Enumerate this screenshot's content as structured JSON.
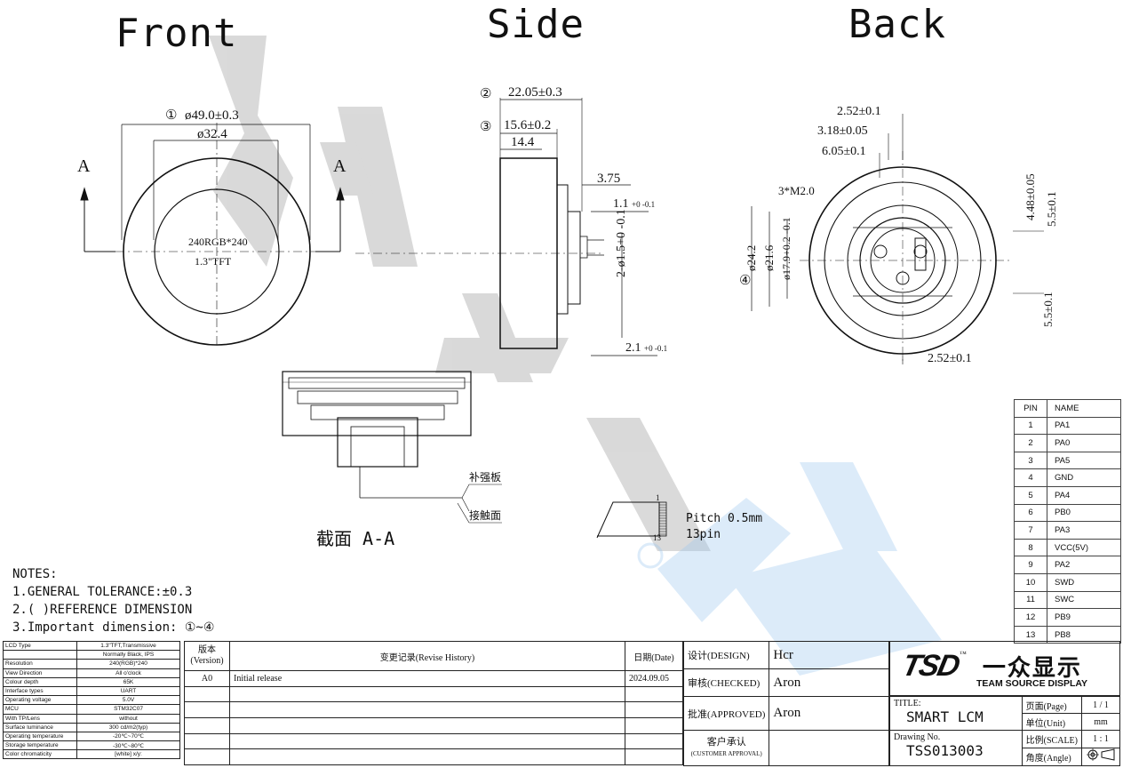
{
  "views": {
    "front": "Front",
    "side": "Side",
    "back": "Back",
    "section": "截面 A-A",
    "section_marker": "A"
  },
  "front_dims": {
    "outer": "ø49.0±0.3",
    "inner": "ø32.4",
    "display_line1": "240RGB*240",
    "display_line2": "1.3\"TFT",
    "circle_num": "①"
  },
  "side_dims": {
    "d1": "22.05±0.3",
    "d2": "15.6±0.2",
    "d3": "14.4",
    "d4": "3.75",
    "d5_main": "1.1",
    "d5_tol": "+0 -0.1",
    "d6": "2-ø1.5+0 -0.1",
    "d7_main": "2.1",
    "d7_tol": "+0 -0.1",
    "c2": "②",
    "c3": "③"
  },
  "back_dims": {
    "a": "2.52±0.1",
    "b": "3.18±0.05",
    "c": "6.05±0.1",
    "d": "3*M2.0",
    "e": "4.48±0.05",
    "f": "5.5±0.1",
    "g": "ø24.2",
    "h": "ø21.6",
    "i": "ø17.9+0.2 -0.1",
    "j": "5.5±0.1",
    "k": "2.52±0.1",
    "c4": "④"
  },
  "section_labels": {
    "stiffener": "补强板",
    "contact": "接触面"
  },
  "fpc": {
    "pitch": "Pitch 0.5mm",
    "pins": "13pin",
    "p1": "1",
    "p13": "13"
  },
  "watermark": "@",
  "notes": {
    "title": "NOTES:",
    "n1": "1.GENERAL TOLERANCE:±0.3",
    "n2": "2.( )REFERENCE DIMENSION",
    "n3": "3.Important dimension: ①~④"
  },
  "spec": [
    [
      "LCD Type",
      "1.3\"TFT,Transmissive"
    ],
    [
      "",
      "Normally Black, IPS"
    ],
    [
      "Resolution",
      "240(RGB)*240"
    ],
    [
      "View Direction",
      "All o'clock"
    ],
    [
      "Colour depth",
      "65K"
    ],
    [
      "Interface types",
      "UART"
    ],
    [
      "Operating voltage",
      "5.0V"
    ],
    [
      "MCU",
      "STM32C07"
    ],
    [
      "With TP/Lens",
      "without"
    ],
    [
      "Surface luminance",
      "300 cd/m2(typ)"
    ],
    [
      "Operating temperature",
      "-20℃~70℃"
    ],
    [
      "Storage temperature",
      "-30℃~80℃"
    ],
    [
      "Color chromaticity",
      "[white] x/y:"
    ]
  ],
  "pins": {
    "header_pin": "PIN",
    "header_name": "NAME",
    "rows": [
      [
        "1",
        "PA1"
      ],
      [
        "2",
        "PA0"
      ],
      [
        "3",
        "PA5"
      ],
      [
        "4",
        "GND"
      ],
      [
        "5",
        "PA4"
      ],
      [
        "6",
        "PB0"
      ],
      [
        "7",
        "PA3"
      ],
      [
        "8",
        "VCC(5V)"
      ],
      [
        "9",
        "PA2"
      ],
      [
        "10",
        "SWD"
      ],
      [
        "11",
        "SWC"
      ],
      [
        "12",
        "PB9"
      ],
      [
        "13",
        "PB8"
      ]
    ]
  },
  "revision": {
    "version_label": "版本\n(Version)",
    "history_label": "变更记录(Revise History)",
    "date_label": "日期(Date)",
    "version": "A0",
    "history": "Initial release",
    "date": "2024.09.05"
  },
  "approval": {
    "design_label": "设计(DESIGN)",
    "design": "Hcr",
    "checked_label": "审核(CHECKED)",
    "checked": "Aron",
    "approval_label": "批准(APPROVED)",
    "approved": "Aron",
    "customer_label": "客户承认",
    "customer_sub": "(CUSTOMER APPROVAL)"
  },
  "company": {
    "logo": "TSD",
    "cn": "一众显示",
    "en": "TEAM SOURCE DISPLAY",
    "tm": "™"
  },
  "titleblock": {
    "title_label": "TITLE:",
    "title": "SMART LCM",
    "drawing_label": "Drawing No.",
    "drawing": "TSS013003",
    "page_label": "页面(Page)",
    "page": "1 / 1",
    "unit_label": "单位(Unit)",
    "unit": "mm",
    "scale_label": "比例(SCALE)",
    "scale": "1 : 1",
    "angle_label": "角度(Angle)"
  }
}
